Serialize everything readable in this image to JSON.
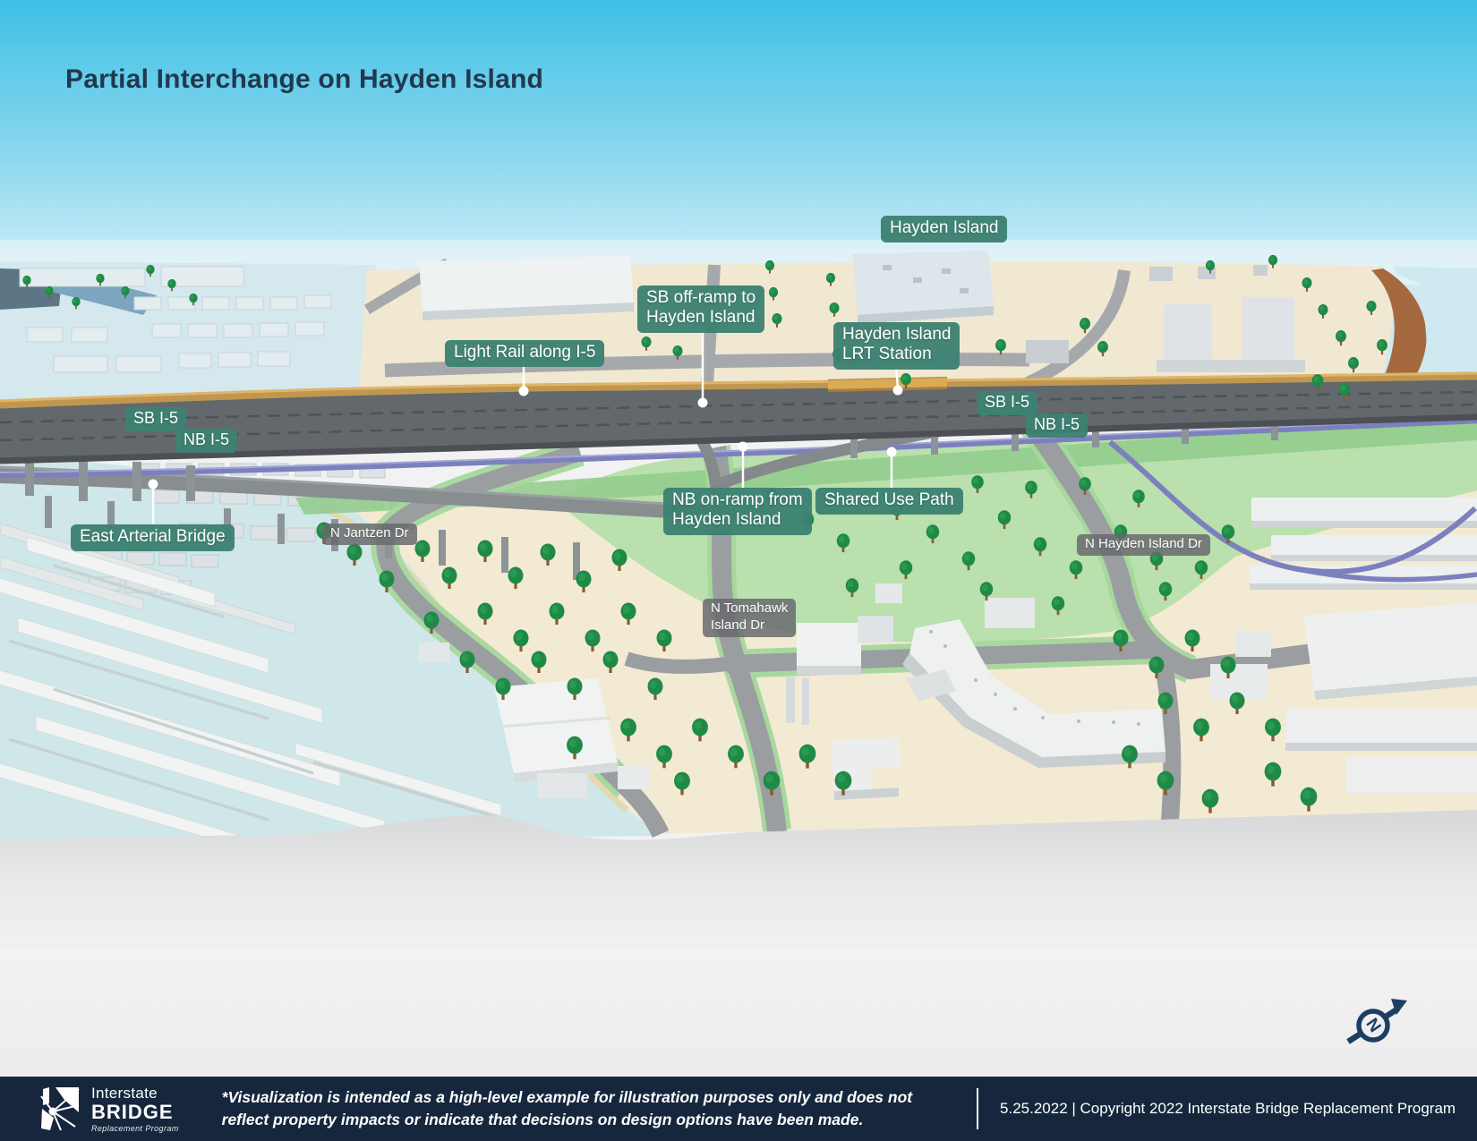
{
  "title": "Partial Interchange on Hayden Island",
  "map_labels": {
    "hayden_island": "Hayden Island",
    "sb_offramp": "SB off-ramp to\nHayden Island",
    "light_rail": "Light Rail along I-5",
    "lrt_station": "Hayden Island\nLRT Station",
    "sb_i5_left": "SB I-5",
    "nb_i5_left": "NB I-5",
    "sb_i5_right": "SB I-5",
    "nb_i5_right": "NB I-5",
    "east_arterial_bridge": "East Arterial Bridge",
    "nb_onramp": "NB on-ramp from\nHayden Island",
    "shared_use_path": "Shared Use Path"
  },
  "street_labels": {
    "jantzen": "N Jantzen Dr",
    "tomahawk": "N Tomahawk\nIsland Dr",
    "hayden_island_dr": "N Hayden Island Dr"
  },
  "compass": {
    "letter": "N",
    "name": "north-arrow-compass"
  },
  "footer": {
    "logo_line1": "Interstate",
    "logo_line2": "BRIDGE",
    "logo_line3": "Replacement Program",
    "disclaimer": "*Visualization is intended as a high-level example for illustration purposes only and does not\nreflect property impacts or indicate that decisions on design options have been made.",
    "date_copyright": "5.25.2022 | Copyright 2022 Interstate Bridge Replacement Program"
  },
  "colors": {
    "label_teal": "#3C8171",
    "street_label_gray": "#68696C",
    "footer_navy": "#16273D",
    "sky_top": "#3EC0E5",
    "island_cream": "#F3EAD3",
    "grass_green": "#B5DEAA",
    "highway_gray": "#63686D",
    "light_rail_gold": "#C0974E",
    "shared_use_purple": "#7C80BD",
    "water_blue": "#CFE7E9",
    "river_bank_rust": "#A5693F"
  }
}
